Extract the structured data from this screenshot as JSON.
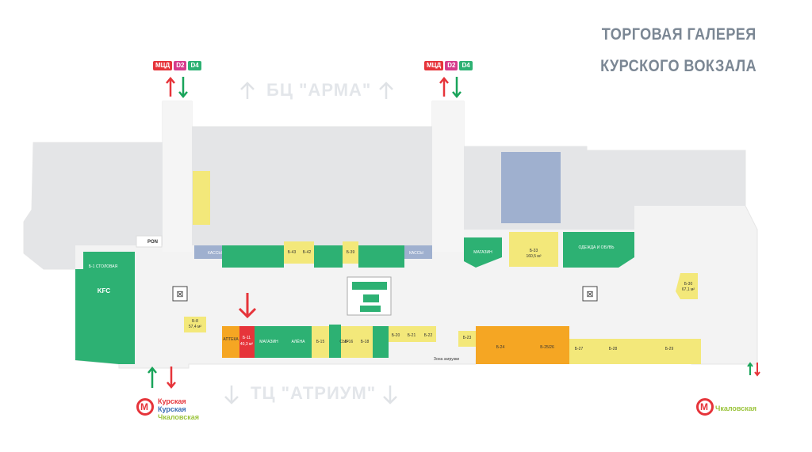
{
  "title": {
    "line1": "ТОРГОВАЯ ГАЛЕРЕЯ",
    "line2": "КУРСКОГО ВОКЗАЛА"
  },
  "directions": {
    "top": "БЦ \"АРМА\"",
    "bottom": "ТЦ \"АТРИУМ\""
  },
  "transit_badges": [
    "МЦД",
    "D2",
    "D4"
  ],
  "metro_left": [
    "Курская",
    "Курская",
    "Чкаловская"
  ],
  "metro_right": [
    "Чкаловская"
  ],
  "labels": {
    "kassy": "КАССЫ",
    "kfc": "KFC",
    "stolovaya": "Б-1\nСТОЛОВАЯ",
    "magazin": "МАГАЗИН",
    "aptek": "АПТЕКА",
    "b11": "Б-11",
    "b11_area": "40,3 м²",
    "loading": "Зона\nзагрузки",
    "b33": "Б-33",
    "b33_area": "160,5 м²",
    "clothes": "ОДЕЖДА И ОБУВЬ",
    "b30": "Б-30",
    "b30_area": "67,1 м²",
    "b8": "Б-8",
    "b8_area": "57,4 м²",
    "b15": "Б-15",
    "b16": "Б-16",
    "b18": "Б-18",
    "b20": "Б-20",
    "b21": "Б-21",
    "b22": "Б-22",
    "b23": "Б-23",
    "b24": "Б-24",
    "b2526": "Б-25/26",
    "b27": "Б-27",
    "b28": "Б-28",
    "b29": "Б-29",
    "b43": "Б-43",
    "b42": "Б-42",
    "b39": "Б-39",
    "pon": "PON",
    "alena": "АЛЁНА",
    "cheese": "СЫР"
  },
  "colors": {
    "green": "#2db173",
    "yellow": "#f3e87a",
    "orange": "#f5a623",
    "red": "#e6343a",
    "blue": "#9fb0cf",
    "gray": "#e4e5e7",
    "floor": "#f2f2f2",
    "arrow_green": "#19a45a",
    "metro_blue": "#3a6db4",
    "metro_green": "#9bc43c"
  }
}
